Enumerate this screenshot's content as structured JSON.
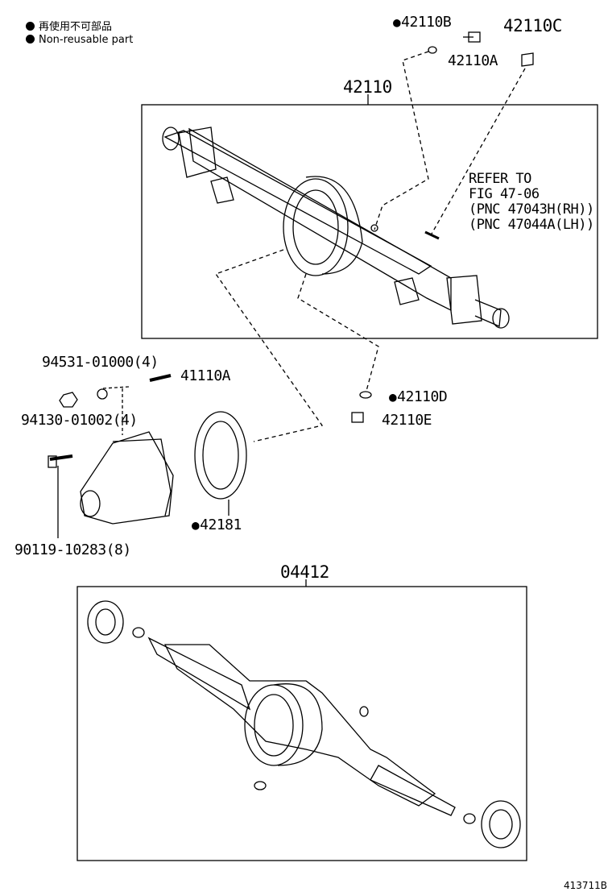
{
  "legend": {
    "jp": "再使用不可部品",
    "en": "Non-reusable part"
  },
  "labels": {
    "p42110B": "42110B",
    "p42110C": "42110C",
    "p42110A": "42110A",
    "p42110": "42110",
    "refer_line1": "REFER TO",
    "refer_line2": "FIG 47-06",
    "refer_line3": "(PNC 47043H(RH))",
    "refer_line4": "(PNC 47044A(LH))",
    "p94531": "94531-01000(4)",
    "p41110A": "41110A",
    "p94130": "94130-01002(4)",
    "p42110D": "42110D",
    "p42110E": "42110E",
    "p90119": "90119-10283(8)",
    "p42181": "42181",
    "p04412": "04412"
  },
  "figure_code": "413711B"
}
